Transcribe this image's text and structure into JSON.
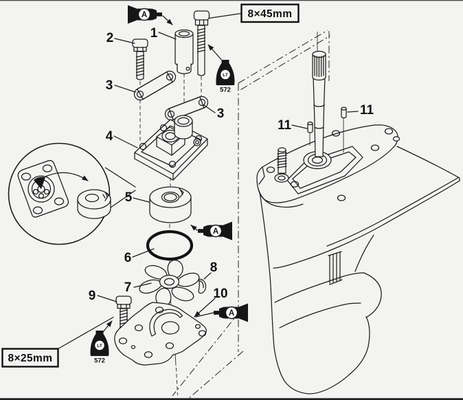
{
  "figure": {
    "background_color": "#f3f3f1",
    "line_color": "#1b1b1b",
    "description": "Exploded parts diagram of an outboard lower-unit water pump assembly with gearcase"
  },
  "size_callouts": {
    "top_bolt": "8×45mm",
    "bottom_bolt": "8×25mm"
  },
  "sealant": {
    "letter": "A",
    "brand_abbr": "LT",
    "number": "572"
  },
  "part_numbers": {
    "p1": "1",
    "p2": "2",
    "p3": "3",
    "p4": "4",
    "p5": "5",
    "p6": "6",
    "p7": "7",
    "p8": "8",
    "p9": "9",
    "p10": "10",
    "p11": "11"
  }
}
